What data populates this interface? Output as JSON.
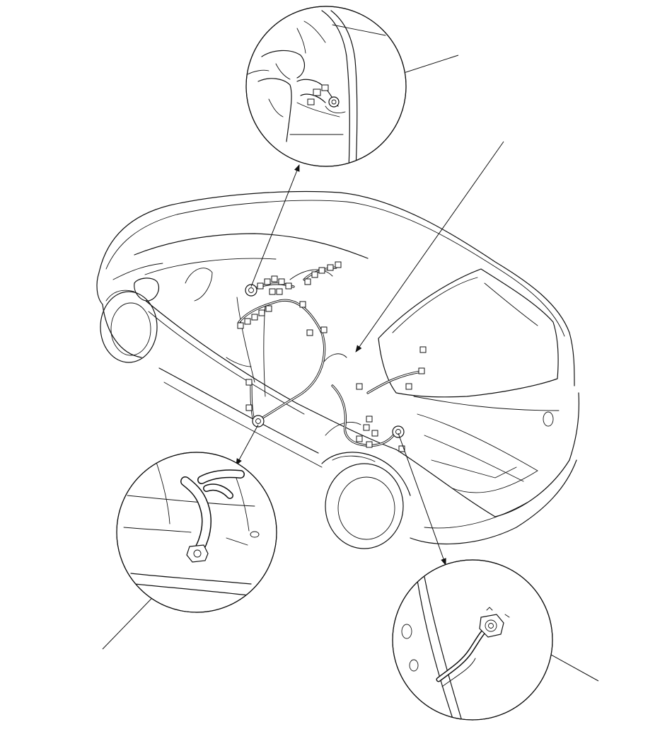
{
  "diagram": {
    "background": "#ffffff",
    "line_color": "#111111",
    "subject": "car-body-outline",
    "detail_views": [
      {
        "id": "detail-roof-ground",
        "icon": "ground-bolt-icon"
      },
      {
        "id": "detail-left-pillar-ground",
        "icon": "ground-bolt-icon"
      },
      {
        "id": "detail-rear-ground",
        "icon": "ground-bolt-icon"
      }
    ],
    "leader_count": 4,
    "connector_count": 32
  }
}
